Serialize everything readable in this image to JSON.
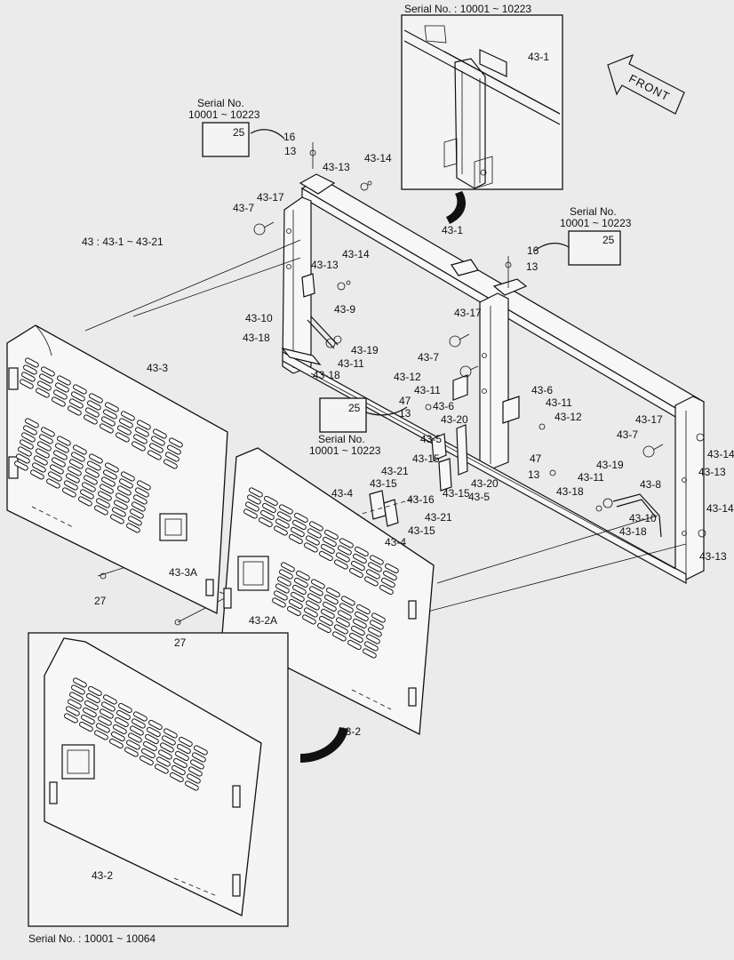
{
  "inset_top_caption": "Serial No. : 10001 ~ 10223",
  "inset_bottom_caption": "Serial No. : 10001 ~ 10064",
  "front_label": "FRONT",
  "assembly_note": "43 : 43-1 ~ 43-21",
  "serial_notes": {
    "a_line1": "Serial No.",
    "a_line2": "10001 ~ 10223",
    "b_line1": "Serial No.",
    "b_line2": "10001 ~ 10223",
    "c_line1": "Serial No.",
    "c_line2": "10001 ~ 10223"
  },
  "callout_boxes": {
    "a_part": "25",
    "b_part": "25",
    "c_part": "25"
  },
  "part_labels": [
    "43-1",
    "16",
    "13",
    "43-13",
    "43-14",
    "43-17",
    "43-7",
    "43-1",
    "16",
    "13",
    "43-13",
    "43-14",
    "43-10",
    "43-9",
    "43-18",
    "43-19",
    "43-11",
    "43-18",
    "43-17",
    "43-7",
    "43-12",
    "43-11",
    "43-6",
    "47",
    "13",
    "43-20",
    "43-5",
    "43-6",
    "43-11",
    "43-12",
    "43-17",
    "43-7",
    "43-14",
    "43-13",
    "47",
    "13",
    "43-19",
    "43-8",
    "43-11",
    "43-18",
    "43-10",
    "43-18",
    "43-14",
    "43-13",
    "43-15",
    "43-21",
    "43-15",
    "43-16",
    "43-20",
    "43-4",
    "43-15",
    "43-5",
    "43-21",
    "43-15",
    "43-4",
    "43-3",
    "43-3A",
    "27",
    "43-2A",
    "27",
    "43-2",
    "43-2"
  ]
}
